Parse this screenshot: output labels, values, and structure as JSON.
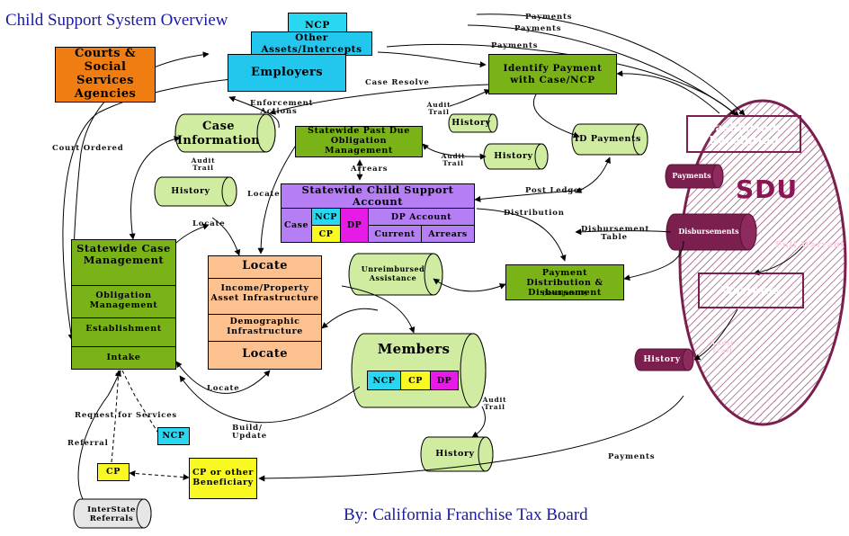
{
  "title": "Child Support System Overview",
  "byline": "By: California Franchise Tax Board",
  "boxes": {
    "ncp_top": "NCP",
    "other_assets": "Other Assets/Intercepts",
    "employers": "Employers",
    "courts": "Courts & Social Services Agencies",
    "identify_payment": "Identify Payment with Case/NCP",
    "past_due": "Statewide Past Due Obligation Management",
    "account": {
      "title": "Statewide Child Support Account",
      "case": "Case",
      "ncp": "NCP",
      "cp": "CP",
      "dp": "DP",
      "dp_account": "DP Account",
      "current": "Current",
      "arrears": "Arrears"
    },
    "case_mgmt": {
      "title": "Statewide Case Management",
      "obligation": "Obligation Management",
      "establishment": "Establishment",
      "intake": "Intake"
    },
    "locate": {
      "title": "Locate",
      "income": "Income/Property Asset Infrastructure",
      "demographic": "Demographic Infrastructure",
      "bottom": "Locate"
    },
    "payment_dist": {
      "title": "Payment Distribution & Disbursement",
      "note": "(See figure 10)"
    },
    "ncp_small": "NCP",
    "cp_small": "CP",
    "cp_other": "CP or other Beneficiary"
  },
  "cylinders": {
    "case_info": "Case Information",
    "history_left": "History",
    "history_top": "History",
    "history_mid": "History",
    "id_payments": "ID Payments",
    "unreimbursed": "Unreimbursed Assistance",
    "members": "Members",
    "members_cells": {
      "ncp": "NCP",
      "cp": "CP",
      "dp": "DP"
    },
    "history_bottom": "History",
    "interstate": "InterState Referrals"
  },
  "sdu": {
    "label": "SDU",
    "cashiering": "Cashiering: Receipting",
    "payments": "Payments",
    "disbursements": "Disbursements",
    "warrants": "Warrants",
    "history": "History",
    "pull_warrant": "Pull Warrant",
    "audit_trail": "Audit Trail"
  },
  "labels": {
    "payments_1": "Payments",
    "payments_2": "Payments",
    "payments_3": "Payments",
    "payments_bottom": "Payments",
    "case_resolve": "Case Resolve",
    "enforcement": "Enforcement Actions",
    "court_ordered": "Court Ordered",
    "audit_trail_1": "Audit Trail",
    "audit_trail_2": "Audit Trail",
    "audit_trail_3": "Audit Trail",
    "audit_trail_4": "Audit Trail",
    "arrears": "Arrears",
    "post_ledger": "Post Ledger",
    "distribution": "Distribution",
    "disbursement_table": "Disbursement Table",
    "locate_1": "Locate",
    "locate_2": "Locate",
    "locate_3": "Locate",
    "request_services": "Request for Services",
    "referral": "Referral",
    "build_update": "Build/ Update"
  }
}
